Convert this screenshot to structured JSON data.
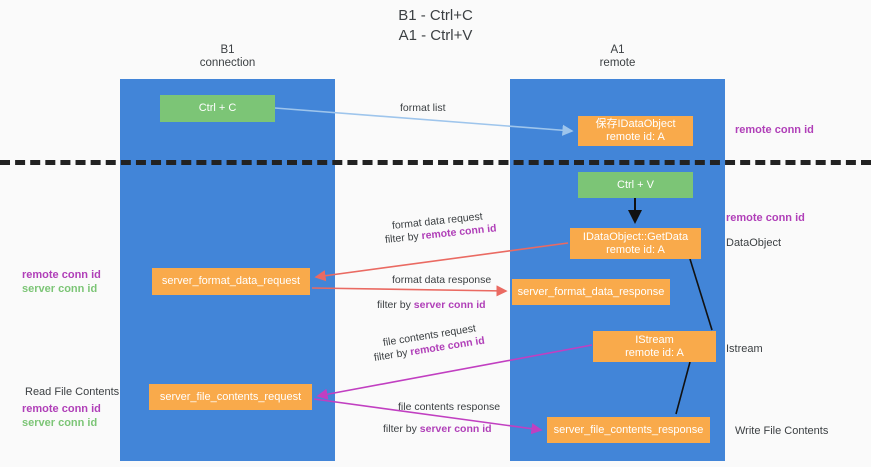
{
  "title": {
    "line1": "B1 - Ctrl+C",
    "line2": "A1 - Ctrl+V"
  },
  "lanes": [
    {
      "id": "b1",
      "name": "B1",
      "role": "connection"
    },
    {
      "id": "a1",
      "name": "A1",
      "role": "remote"
    }
  ],
  "nodes": {
    "ctrl_c": {
      "label": "Ctrl + C",
      "sub": "",
      "color": "#7cc576"
    },
    "save_idataobject": {
      "label": "保存IDataObject",
      "sub": "remote id: A",
      "color": "#f9aa4b"
    },
    "ctrl_v": {
      "label": "Ctrl + V",
      "sub": "",
      "color": "#7cc576"
    },
    "getdata": {
      "label": "IDataObject::GetData",
      "sub": "remote id: A",
      "color": "#f9aa4b"
    },
    "server_format_data_request": {
      "label": "server_format_data_request",
      "sub": "",
      "color": "#f9aa4b"
    },
    "server_format_data_response": {
      "label": "server_format_data_response",
      "sub": "",
      "color": "#f9aa4b"
    },
    "istream": {
      "label": "IStream",
      "sub": "remote id: A",
      "color": "#f9aa4b"
    },
    "server_file_contents_request": {
      "label": "server_file_contents_request",
      "sub": "",
      "color": "#f9aa4b"
    },
    "server_file_contents_response": {
      "label": "server_file_contents_response",
      "sub": "",
      "color": "#f9aa4b"
    }
  },
  "edge_labels": {
    "format_list": "format list",
    "format_data_request": "format data request",
    "format_data_request_filter_prefix": "filter by ",
    "format_data_request_filter_key": "remote conn id",
    "format_data_response": "format data response",
    "format_data_response_filter_prefix": "filter by ",
    "format_data_response_filter_key": "server conn id",
    "file_contents_request": "file contents request",
    "file_contents_request_filter_prefix": "filter by ",
    "file_contents_request_filter_key": "remote conn id",
    "file_contents_response": "file contents response",
    "file_contents_response_filter_prefix": "filter by ",
    "file_contents_response_filter_key": "server conn id"
  },
  "annotations": {
    "remote_conn_id_top": "remote conn id",
    "remote_conn_id_mid": "remote conn id",
    "dataobject": "DataObject",
    "istream": "Istream",
    "write_file_contents": "Write File Contents",
    "read_file_contents": "Read File Contents",
    "left_remote_conn_id": "remote conn id",
    "left_server_conn_id": "server conn id",
    "left_remote_conn_id_bottom": "remote conn id",
    "left_server_conn_id_bottom": "server conn id"
  },
  "colors": {
    "lane": "#4285d8",
    "green_node": "#7cc576",
    "orange_node": "#f9aa4b",
    "remote_conn_id": "#b03fb8",
    "server_conn_id": "#7cc576",
    "format_arrow": "#9ec5ec",
    "data_arrow": "#ea6a62",
    "file_arrow": "#c13fc1",
    "divider": "#222222",
    "background": "#fafafa"
  }
}
